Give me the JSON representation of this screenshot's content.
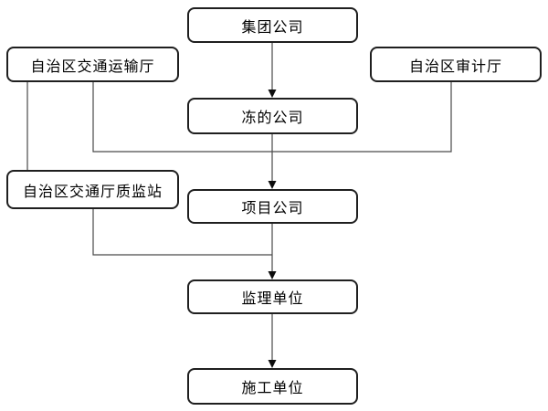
{
  "diagram": {
    "type": "flowchart",
    "background": "#ffffff",
    "nodes": [
      {
        "id": "group-company",
        "label": "集团公司"
      },
      {
        "id": "transport-dept",
        "label": "自治区交通运输厅"
      },
      {
        "id": "audit-dept",
        "label": "自治区审计厅"
      },
      {
        "id": "dongde-company",
        "label": "冻的公司"
      },
      {
        "id": "quality-station",
        "label": "自治区交通厅质监站"
      },
      {
        "id": "project-company",
        "label": "项目公司"
      },
      {
        "id": "supervision-unit",
        "label": "监理单位"
      },
      {
        "id": "construction-unit",
        "label": "施工单位"
      }
    ],
    "edges": [
      {
        "from": "集团公司",
        "to": "冻的公司",
        "arrow": true
      },
      {
        "from": "自治区交通运输厅",
        "to": "自治区交通厅质监站",
        "arrow": false
      },
      {
        "from": "自治区交通运输厅",
        "to": "项目公司",
        "arrow": true
      },
      {
        "from": "自治区审计厅",
        "to": "项目公司",
        "arrow": true
      },
      {
        "from": "冻的公司",
        "to": "项目公司",
        "arrow": true
      },
      {
        "from": "自治区交通厅质监站",
        "to": "监理单位",
        "arrow": true
      },
      {
        "from": "项目公司",
        "to": "监理单位",
        "arrow": true
      },
      {
        "from": "监理单位",
        "to": "施工单位",
        "arrow": true
      }
    ],
    "colors": {
      "box_border": "#1f1f1f",
      "box_fill": "#ffffff",
      "connector_line": "#4a4a4a",
      "arrowhead": "#0d0d0d",
      "text": "#000000"
    }
  }
}
